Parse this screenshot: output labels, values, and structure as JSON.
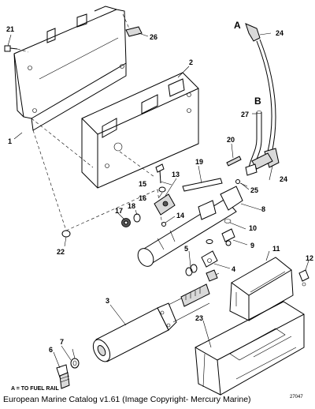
{
  "callouts": [
    "21",
    "26",
    "A",
    "24",
    "2",
    "1",
    "B",
    "27",
    "20",
    "19",
    "15",
    "13",
    "16",
    "25",
    "24",
    "17",
    "18",
    "14",
    "8",
    "10",
    "22",
    "5",
    "9",
    "11",
    "12",
    "4",
    "3",
    "23",
    "7",
    "6"
  ],
  "legend": "A  =  TO FUEL RAIL",
  "doc_number": "27047",
  "caption": "European Marine Catalog v1.61 (Image Copyright- Mercury Marine)"
}
